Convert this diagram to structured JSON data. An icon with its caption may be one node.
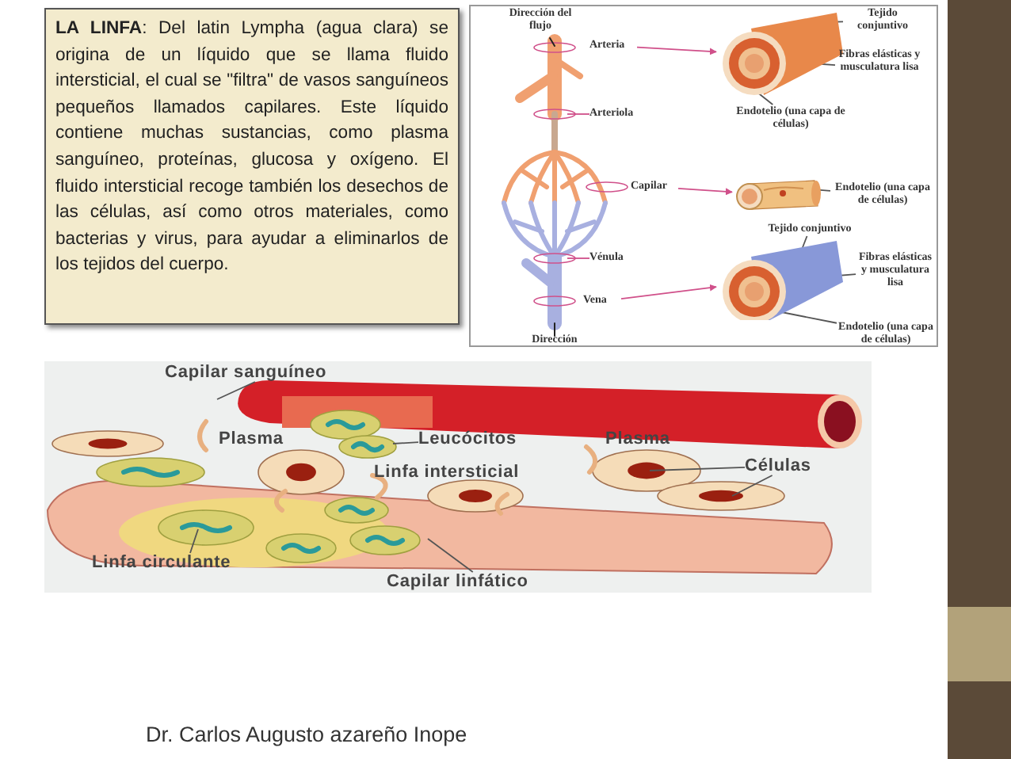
{
  "diagram": {
    "nodes": [
      {
        "text": [
          "**LA LINFA**: Del latin Lympha (agua clara) se origina de un líquido que se llama fluido intersticial, el cual se \"filtra\" de vasos sanguíneos pequeños llamados capilares. Este líquido contiene muchas sustancias, como plasma sanguíneo, proteínas, glucosa y oxígeno. El fluido intersticial recoge también los desechos de las células, así como otros materiales, como bacterias y virus, para ayudar a eliminarlos de los tejidos del cuerpo."
        ]
      },
      {
        "text": [
          "Arteria"
        ]
      },
      {
        "text": [],
        "shape": "picture"
      },
      {
        "text": [
          "Arteriola"
        ]
      },
      {
        "text": [
          "Capilar"
        ]
      },
      {
        "text": [],
        "shape": "picture"
      },
      {
        "text": [
          "Vénula"
        ]
      },
      {
        "text": [
          "Vena"
        ]
      },
      {
        "text": [],
        "shape": "picture"
      },
      {
        "text": [
          "Tejido conjuntivo"
        ]
      },
      {
        "text": [
          "Fibras elásticas y musculatura lisa"
        ]
      },
      {
        "text": [
          "Endotelio (una capa de células)"
        ]
      },
      {
        "text": [
          "Endotelio (una capa de células)"
        ]
      },
      {
        "text": [
          "Tejido conjuntivo"
        ]
      },
      {
        "text": [
          "Fibras elásticas y musculatura lisa"
        ]
      },
      {
        "text": [
          "Endotelio (una capa de células)"
        ]
      },
      {
        "text": [
          "Capilar sanguíneo"
        ]
      },
      {
        "text": [
          "Leucócitos"
        ]
      },
      {
        "text": [
          "Células"
        ]
      },
      {
        "text": [
          "Linfa circulante"
        ]
      },
      {
        "text": [
          "Capilar linfático"
        ]
      }
    ],
    "edges": [
      {
        "from": 1,
        "to": 2,
        "arrow": "to",
        "color": "#d0508a"
      },
      {
        "from": 3,
        "to": null,
        "arrow": "none",
        "color": "#d0508a"
      },
      {
        "from": 4,
        "to": 5,
        "arrow": "to",
        "color": "#d0508a"
      },
      {
        "from": 6,
        "to": null,
        "arrow": "none",
        "color": "#d0508a"
      },
      {
        "from": 7,
        "to": 8,
        "arrow": "to",
        "color": "#d0508a"
      },
      {
        "from": 9,
        "to": 2,
        "arrow": "none"
      },
      {
        "from": 10,
        "to": 2,
        "arrow": "none"
      },
      {
        "from": 11,
        "to": 2,
        "arrow": "none"
      },
      {
        "from": 12,
        "to": 5,
        "arrow": "none"
      },
      {
        "from": 13,
        "to": 8,
        "arrow": "none"
      },
      {
        "from": 14,
        "to": 8,
        "arrow": "none"
      },
      {
        "from": 15,
        "to": 8,
        "arrow": "none"
      },
      {
        "from": 16,
        "to": null,
        "arrow": "none"
      },
      {
        "from": 17,
        "to": null,
        "arrow": "none"
      },
      {
        "from": 18,
        "to": null,
        "arrow": "none"
      },
      {
        "from": 18,
        "to": null,
        "arrow": "none"
      },
      {
        "from": 19,
        "to": null,
        "arrow": "none"
      },
      {
        "from": 20,
        "to": null,
        "arrow": "none"
      }
    ],
    "labels": [
      "Dirección del flujo",
      "Dirección",
      "Plasma",
      "Plasma",
      "Linfa intersticial",
      "Dr. Carlos Augusto azareño Inope"
    ]
  }
}
